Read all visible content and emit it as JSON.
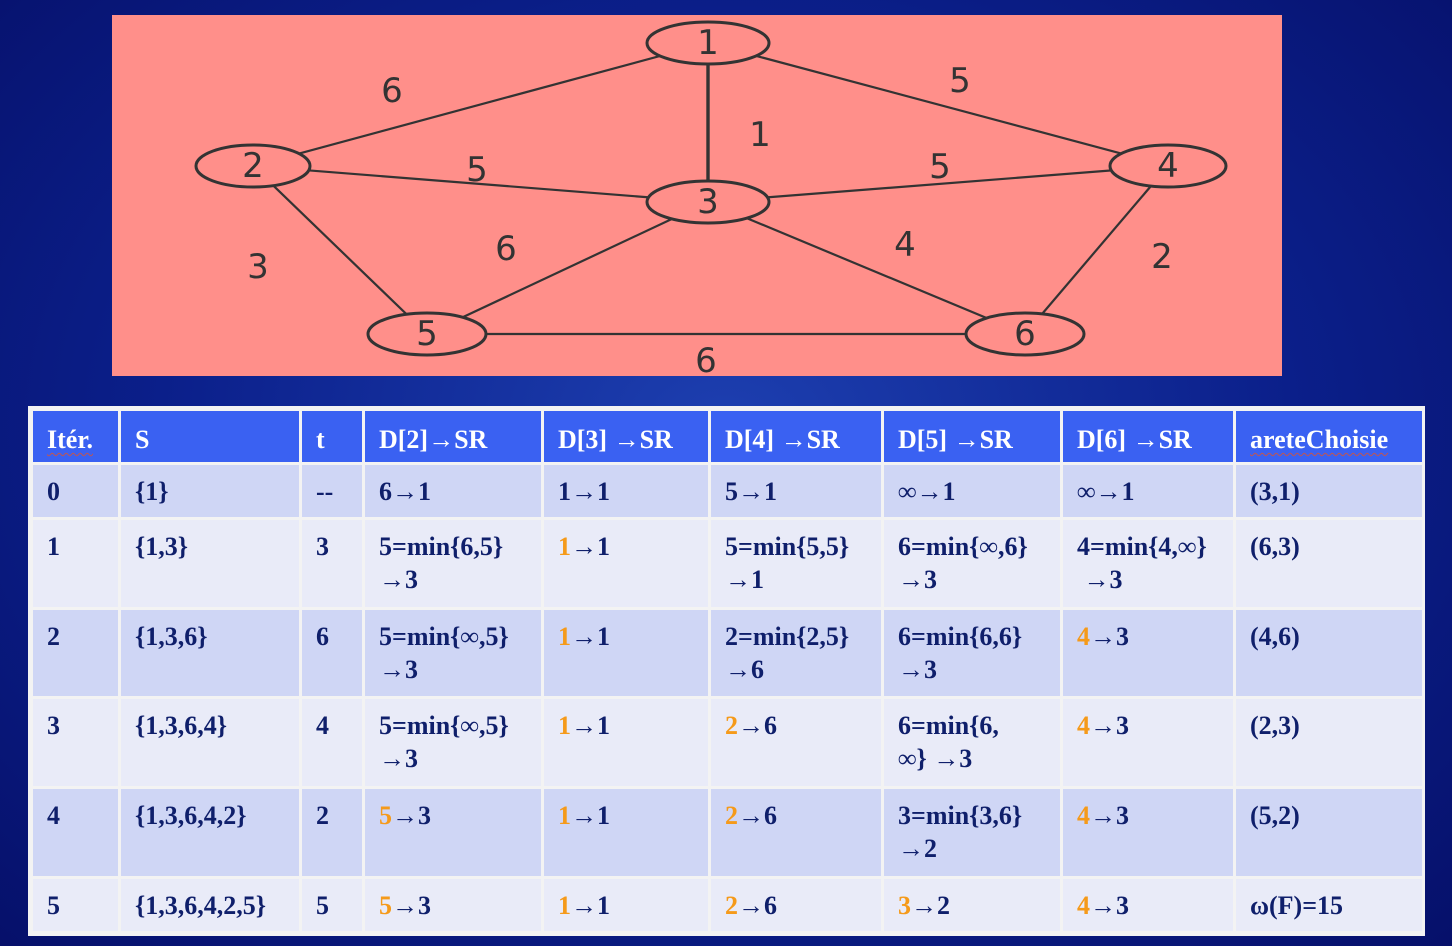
{
  "graph": {
    "nodes": [
      {
        "id": "1",
        "label": "1"
      },
      {
        "id": "2",
        "label": "2"
      },
      {
        "id": "3",
        "label": "3"
      },
      {
        "id": "4",
        "label": "4"
      },
      {
        "id": "5",
        "label": "5"
      },
      {
        "id": "6",
        "label": "6"
      }
    ],
    "edges": [
      {
        "from": "1",
        "to": "2",
        "weight": "6"
      },
      {
        "from": "1",
        "to": "3",
        "weight": "1"
      },
      {
        "from": "1",
        "to": "4",
        "weight": "5"
      },
      {
        "from": "2",
        "to": "3",
        "weight": "5"
      },
      {
        "from": "3",
        "to": "4",
        "weight": "5"
      },
      {
        "from": "2",
        "to": "5",
        "weight": "3"
      },
      {
        "from": "3",
        "to": "5",
        "weight": "6"
      },
      {
        "from": "3",
        "to": "6",
        "weight": "4"
      },
      {
        "from": "4",
        "to": "6",
        "weight": "2"
      },
      {
        "from": "5",
        "to": "6",
        "weight": "6"
      }
    ]
  },
  "table": {
    "headers": [
      "Itér.",
      "S",
      "t",
      "D[2]→SR",
      "D[3] →SR",
      "D[4] →SR",
      "D[5] →SR",
      "D[6] →SR",
      "areteChoisie"
    ],
    "rows": [
      {
        "iter": "0",
        "S": "{1}",
        "t": "--",
        "d2": {
          "line1": "6→1",
          "line2": ""
        },
        "d3": {
          "line1": "1→1",
          "line2": ""
        },
        "d4": {
          "line1": "5→1",
          "line2": ""
        },
        "d5": {
          "line1": "∞→1",
          "line2": ""
        },
        "d6": {
          "line1": "∞→1",
          "line2": ""
        },
        "arete": "(3,1)"
      },
      {
        "iter": "1",
        "S": "{1,3}",
        "t": "3",
        "d2": {
          "line1": "5=min{6,5}",
          "line2": "→3"
        },
        "d3": {
          "hl": "1",
          "rest": "→1"
        },
        "d4": {
          "line1": "5=min{5,5}",
          "line2": "→1"
        },
        "d5": {
          "line1": "6=min{∞,6}",
          "line2": "→3"
        },
        "d6": {
          "line1": "4=min{4,∞}",
          "line2": " →3"
        },
        "arete": "(6,3)"
      },
      {
        "iter": "2",
        "S": "{1,3,6}",
        "t": "6",
        "d2": {
          "line1": "5=min{∞,5}",
          "line2": "→3"
        },
        "d3": {
          "hl": "1",
          "rest": "→1"
        },
        "d4": {
          "line1": "2=min{2,5}",
          "line2": "→6"
        },
        "d5": {
          "line1": "6=min{6,6}",
          "line2": "→3"
        },
        "d6": {
          "hl": "4",
          "rest": "→3"
        },
        "arete": "(4,6)"
      },
      {
        "iter": "3",
        "S": "{1,3,6,4}",
        "t": "4",
        "d2": {
          "line1": "5=min{∞,5}",
          "line2": "→3"
        },
        "d3": {
          "hl": "1",
          "rest": "→1"
        },
        "d4": {
          "hl": "2",
          "rest": "→6"
        },
        "d5": {
          "line1": "6=min{6,",
          "line2": "∞} →3"
        },
        "d6": {
          "hl": "4",
          "rest": "→3"
        },
        "arete": "(2,3)"
      },
      {
        "iter": "4",
        "S": "{1,3,6,4,2}",
        "t": "2",
        "d2": {
          "hl": "5",
          "rest": "→3"
        },
        "d3": {
          "hl": "1",
          "rest": "→1"
        },
        "d4": {
          "hl": "2",
          "rest": "→6"
        },
        "d5": {
          "line1": "3=min{3,6}",
          "line2": "→2"
        },
        "d6": {
          "hl": "4",
          "rest": "→3"
        },
        "arete": "(5,2)"
      },
      {
        "iter": "5",
        "S": "{1,3,6,4,2,5}",
        "t": "5",
        "d2": {
          "hl": "5",
          "rest": "→3"
        },
        "d3": {
          "hl": "1",
          "rest": "→1"
        },
        "d4": {
          "hl": "2",
          "rest": "→6"
        },
        "d5": {
          "hl": "3",
          "rest": "→2"
        },
        "d6": {
          "hl": "4",
          "rest": "→3"
        },
        "arete": "ω(F)=15"
      }
    ]
  },
  "colors": {
    "background": "#0b1f8a",
    "graph_background": "#ff8f8a",
    "header": "#3a61f2",
    "row_dark": "#cfd6f5",
    "row_light": "#e9ebf8",
    "text": "#0f1f6b",
    "highlight": "#f59a1a"
  }
}
